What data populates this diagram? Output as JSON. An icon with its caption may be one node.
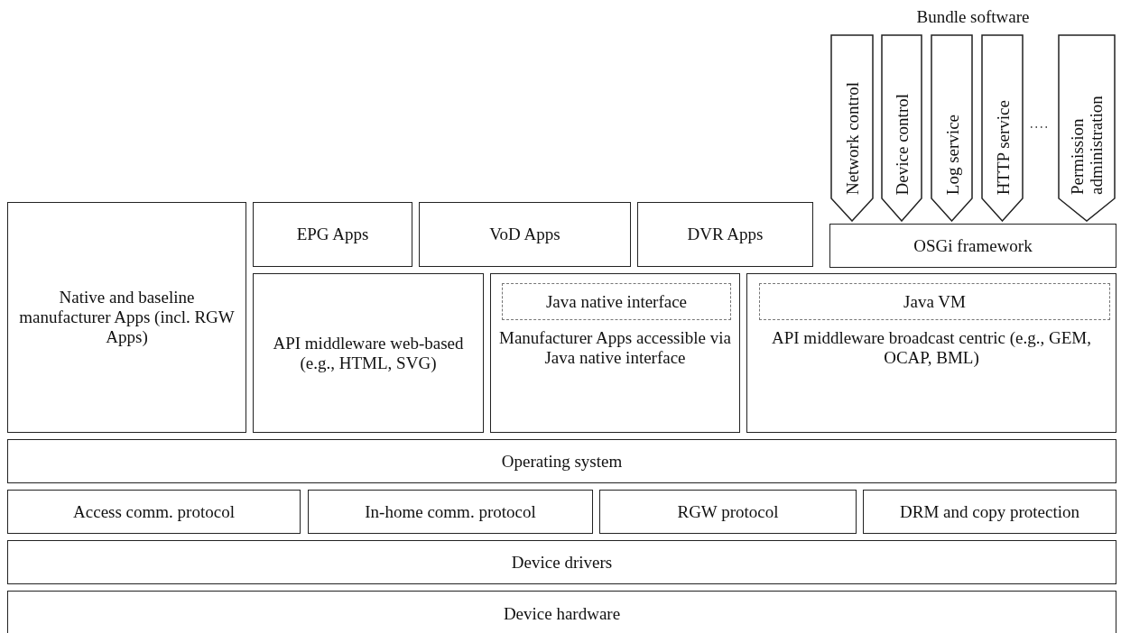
{
  "diagram": {
    "nodes": [
      {
        "text": [
          "Network control"
        ]
      },
      {
        "text": [
          "Device control"
        ]
      },
      {
        "text": [
          "Log service"
        ]
      },
      {
        "text": [
          "HTTP service"
        ]
      },
      {
        "text": [
          "Permission administration"
        ]
      },
      {
        "text": [
          "Native and baseline manufacturer Apps (incl. RGW Apps)"
        ]
      },
      {
        "text": [
          "EPG Apps"
        ]
      },
      {
        "text": [
          "VoD Apps"
        ]
      },
      {
        "text": [
          "DVR Apps"
        ]
      },
      {
        "text": [
          "OSGi framework"
        ]
      },
      {
        "text": [
          "API middleware web-based (e.g., HTML, SVG)"
        ]
      },
      {
        "text": [
          "Manufacturer Apps accessible via Java native interface"
        ]
      },
      {
        "text": [
          "Java native interface"
        ],
        "in": 11
      },
      {
        "text": [
          "API middleware broadcast centric (e.g., GEM, OCAP, BML)"
        ]
      },
      {
        "text": [
          "Java VM"
        ],
        "in": 13
      },
      {
        "text": [
          "Operating system"
        ]
      },
      {
        "text": [
          "Access comm. protocol"
        ]
      },
      {
        "text": [
          "In-home comm. protocol"
        ]
      },
      {
        "text": [
          "RGW protocol"
        ]
      },
      {
        "text": [
          "DRM and copy protection"
        ]
      },
      {
        "text": [
          "Device drivers"
        ]
      },
      {
        "text": [
          "Device hardware"
        ]
      }
    ],
    "labels": [
      "Bundle software"
    ]
  }
}
